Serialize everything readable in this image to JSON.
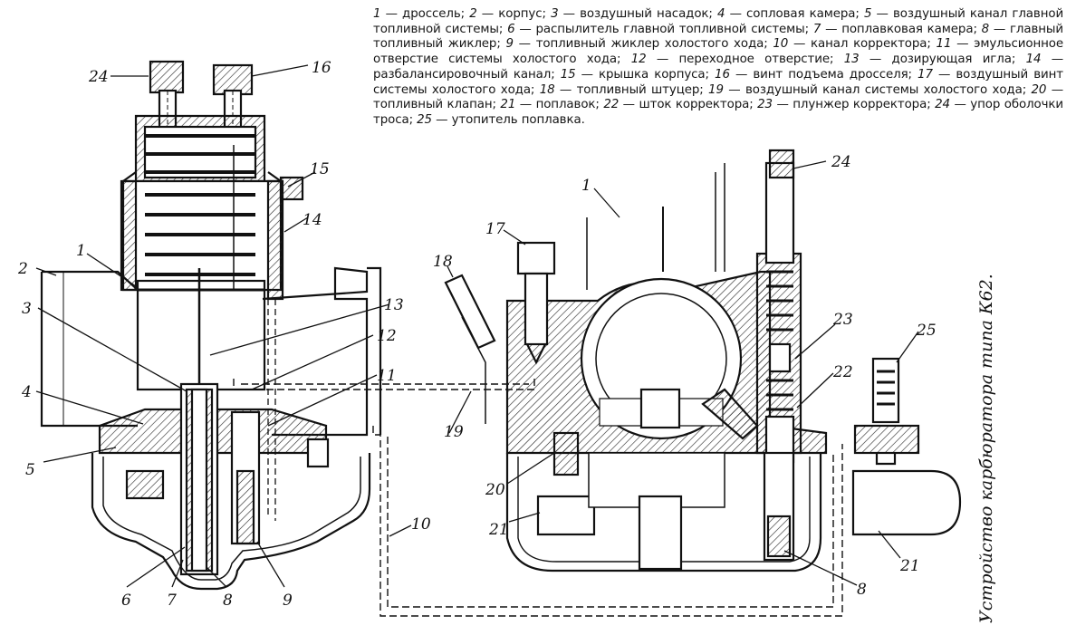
{
  "legend": [
    {
      "num": "1",
      "text": "дроссель"
    },
    {
      "num": "2",
      "text": "корпус"
    },
    {
      "num": "3",
      "text": "воздушный насадок"
    },
    {
      "num": "4",
      "text": "сопловая камера"
    },
    {
      "num": "5",
      "text": "воздушный канал главной топливной системы"
    },
    {
      "num": "6",
      "text": "распылитель главной топливной системы"
    },
    {
      "num": "7",
      "text": "поплавковая камера"
    },
    {
      "num": "8",
      "text": "главный топливный жиклер"
    },
    {
      "num": "9",
      "text": "топливный жиклер холостого хода"
    },
    {
      "num": "10",
      "text": "канал корректора"
    },
    {
      "num": "11",
      "text": "эмульсионное отверстие системы холостого хода"
    },
    {
      "num": "12",
      "text": "переходное отверстие"
    },
    {
      "num": "13",
      "text": "дозирующая игла"
    },
    {
      "num": "14",
      "text": "разбалансировочный канал"
    },
    {
      "num": "15",
      "text": "крышка корпуса"
    },
    {
      "num": "16",
      "text": "винт подъема дросселя"
    },
    {
      "num": "17",
      "text": "воздушный винт системы холостого хода"
    },
    {
      "num": "18",
      "text": "топливный штуцер"
    },
    {
      "num": "19",
      "text": "воздушный канал системы холостого хода"
    },
    {
      "num": "20",
      "text": "топливный клапан"
    },
    {
      "num": "21",
      "text": "поплавок"
    },
    {
      "num": "22",
      "text": "шток корректора"
    },
    {
      "num": "23",
      "text": "плунжер корректора"
    },
    {
      "num": "24",
      "text": "упор оболочки троса"
    },
    {
      "num": "25",
      "text": "утопитель поплавка"
    }
  ],
  "caption": "Устройство карбюратора типа К62.",
  "callouts": {
    "c24a": "24",
    "c16": "16",
    "c15": "15",
    "c14": "14",
    "c2": "2",
    "c1a": "1",
    "c3": "3",
    "c13": "13",
    "c12": "12",
    "c11": "11",
    "c4": "4",
    "c5": "5",
    "c6": "6",
    "c7": "7",
    "c8a": "8",
    "c9": "9",
    "c10": "10",
    "c18": "18",
    "c17": "17",
    "c1b": "1",
    "c19": "19",
    "c20": "20",
    "c21a": "21",
    "c24b": "24",
    "c23": "23",
    "c22": "22",
    "c25": "25",
    "c21b": "21",
    "c8b": "8"
  }
}
